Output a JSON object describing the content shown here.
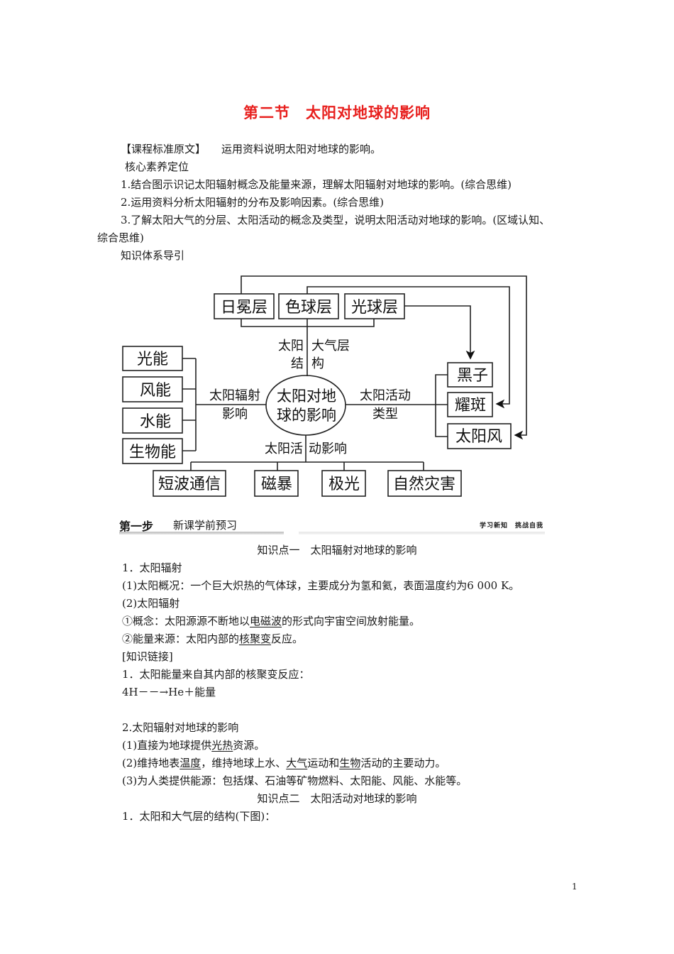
{
  "document": {
    "title": "第二节　太阳对地球的影响",
    "standard_label": "【课程标准原文】",
    "standard_text": "运用资料说明太阳对地球的影响。",
    "core_heading": "核心素养定位",
    "core_items": [
      "1.结合图示识记太阳辐射概念及能量来源，理解太阳辐射对地球的影响。(综合思维)",
      "2.运用资料分析太阳辐射的分布及影响因素。(综合思维)",
      "3.了解太阳大气的分层、太阳活动的概念及类型，说明太阳活动对地球的影响。(区域认知、",
      "综合思维)"
    ],
    "guide_heading": "知识体系导引"
  },
  "diagram": {
    "center": [
      "太阳对地",
      "球的影响"
    ],
    "top_boxes": [
      "日冕层",
      "色球层",
      "光球层"
    ],
    "top_label_left": [
      "太阳",
      "结"
    ],
    "top_label_right": [
      "大气层",
      "构"
    ],
    "left_boxes": [
      "光能",
      "风能",
      "水能",
      "生物能"
    ],
    "left_label": [
      "太阳辐射",
      "影响"
    ],
    "right_boxes": [
      "黑子",
      "耀斑",
      "太阳风"
    ],
    "right_label": [
      "太阳活动",
      "类型"
    ],
    "bottom_label_left": "太阳活",
    "bottom_label_right": "动影响",
    "bottom_boxes": [
      "短波通信",
      "磁暴",
      "极光",
      "自然灾害"
    ]
  },
  "step_banner": {
    "label": "第一步",
    "subtitle": "新课学前预习",
    "right": "学习新知　挑战自我"
  },
  "section1": {
    "heading": "知识点一　太阳辐射对地球的影响",
    "l1": "1．太阳辐射",
    "l2": "(1)太阳概况：一个巨大炽热的气体球，主要成分为氢和氦，表面温度约为6 000 K。",
    "l3": "(2)太阳辐射",
    "l4_pre": "①概念：太阳源源不断地以",
    "l4_u": "电磁波",
    "l4_post": "的形式向宇宙空间放射能量。",
    "l5_pre": "②能量来源：太阳内部的",
    "l5_u": "核聚变",
    "l5_post": "反应。",
    "l6": "[知识链接]",
    "l7": "1．太阳能量来自其内部的核聚变反应：",
    "l8": "4H－－→He＋能量",
    "l9": "2.太阳辐射对地球的影响",
    "l10_pre": "(1)直接为地球提供",
    "l10_u": "光热",
    "l10_post": "资源。",
    "l11_a": "(2)维持地表",
    "l11_u1": "温度",
    "l11_b": "，维持地球上水、",
    "l11_u2": "大气",
    "l11_c": "运动和",
    "l11_u3": "生物",
    "l11_d": "活动的主要动力。",
    "l12": "(3)为人类提供能源：包括煤、石油等矿物燃料、太阳能、风能、水能等。"
  },
  "section2": {
    "heading": "知识点二　太阳活动对地球的影响",
    "l1": "1．太阳和大气层的结构(下图)："
  },
  "page_number": "1",
  "colors": {
    "title": "#e8201e",
    "text": "#1a1a1a"
  }
}
